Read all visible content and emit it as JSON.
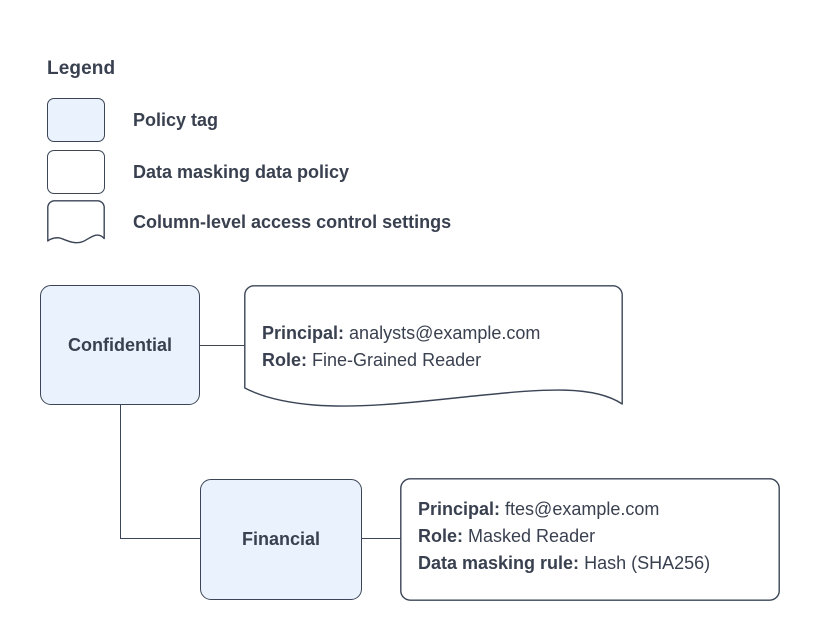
{
  "legend": {
    "title": "Legend",
    "items": [
      {
        "shape": "rounded-rect-filled",
        "label": "Policy tag"
      },
      {
        "shape": "rounded-rect",
        "label": "Data masking data policy"
      },
      {
        "shape": "wave-bottom-rect",
        "label": "Column-level access control settings"
      }
    ]
  },
  "diagram": {
    "nodes": [
      {
        "id": "confidential",
        "label": "Confidential"
      },
      {
        "id": "financial",
        "label": "Financial"
      }
    ],
    "callouts": [
      {
        "id": "confidential-access",
        "shape": "wave-bottom-rect",
        "lines": [
          {
            "key": "Principal:",
            "value": "analysts@example.com"
          },
          {
            "key": "Role:",
            "value": "Fine-Grained Reader"
          }
        ]
      },
      {
        "id": "financial-policy",
        "shape": "rounded-rect",
        "lines": [
          {
            "key": "Principal:",
            "value": "ftes@example.com"
          },
          {
            "key": "Role:",
            "value": "Masked Reader"
          },
          {
            "key": "Data masking rule:",
            "value": "Hash (SHA256)"
          }
        ]
      }
    ]
  },
  "colors": {
    "node_fill": "#eaf2fd",
    "stroke": "#3b4556",
    "text": "#39404f",
    "background": "#ffffff"
  }
}
